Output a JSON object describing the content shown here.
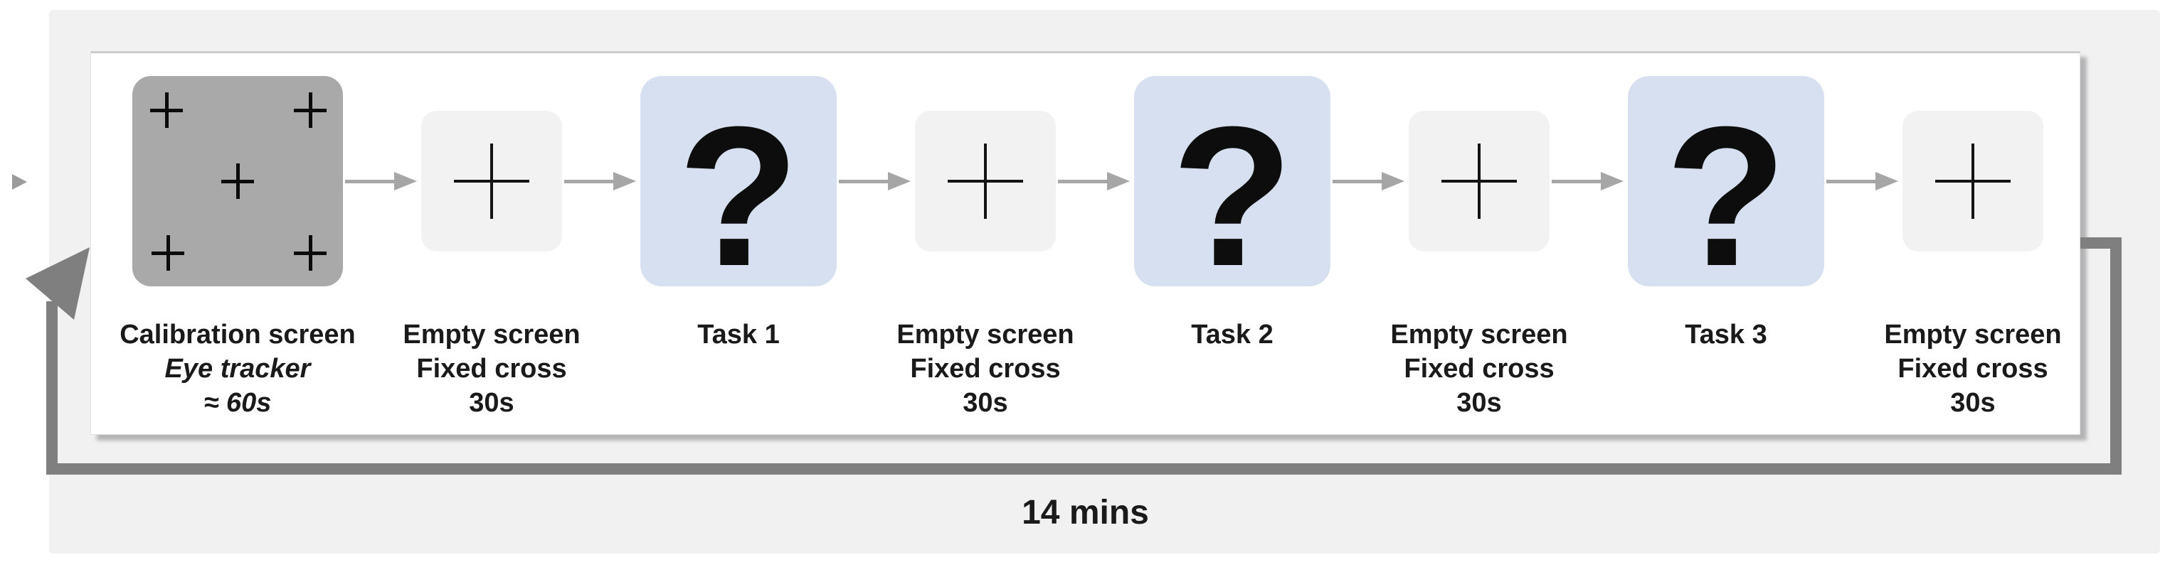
{
  "figure": {
    "total_duration_label": "14 mins",
    "glyphs": {
      "question_mark": "?"
    },
    "stages": [
      {
        "id": "calibration",
        "type": "calibration",
        "lines": [
          "Calibration screen",
          "Eye tracker",
          "≈ 60s"
        ]
      },
      {
        "id": "empty-1",
        "type": "empty",
        "lines": [
          "Empty screen",
          "Fixed cross",
          "30s"
        ]
      },
      {
        "id": "task-1",
        "type": "task",
        "lines": [
          "Task 1"
        ]
      },
      {
        "id": "empty-2",
        "type": "empty",
        "lines": [
          "Empty screen",
          "Fixed cross",
          "30s"
        ]
      },
      {
        "id": "task-2",
        "type": "task",
        "lines": [
          "Task 2"
        ]
      },
      {
        "id": "empty-3",
        "type": "empty",
        "lines": [
          "Empty screen",
          "Fixed cross",
          "30s"
        ]
      },
      {
        "id": "task-3",
        "type": "task",
        "lines": [
          "Task 3"
        ]
      },
      {
        "id": "empty-4",
        "type": "empty",
        "lines": [
          "Empty screen",
          "Fixed cross",
          "30s"
        ]
      }
    ],
    "icons": {
      "calibration_point_icon": "plus-cross",
      "fixation_cross_icon": "plus-cross",
      "flow_arrow_icon": "triangle-right",
      "loop_arrowhead_icon": "triangle-up-right",
      "slide_marker_icon": "triangle-right"
    },
    "colors": {
      "canvas_margin": "#ffffff",
      "slide_background": "#f1f1f2",
      "panel_background": "#ffffff",
      "panel_border": "#cccccc",
      "calibration_box": "#a9a9a9",
      "empty_box": "#f2f2f2",
      "task_box": "#d7e0f0",
      "flow_arrow": "#a6a6a6",
      "loop_arrow": "#7f7f7f",
      "marker": "#9b9b9b",
      "text": "#1a1a1a"
    }
  }
}
